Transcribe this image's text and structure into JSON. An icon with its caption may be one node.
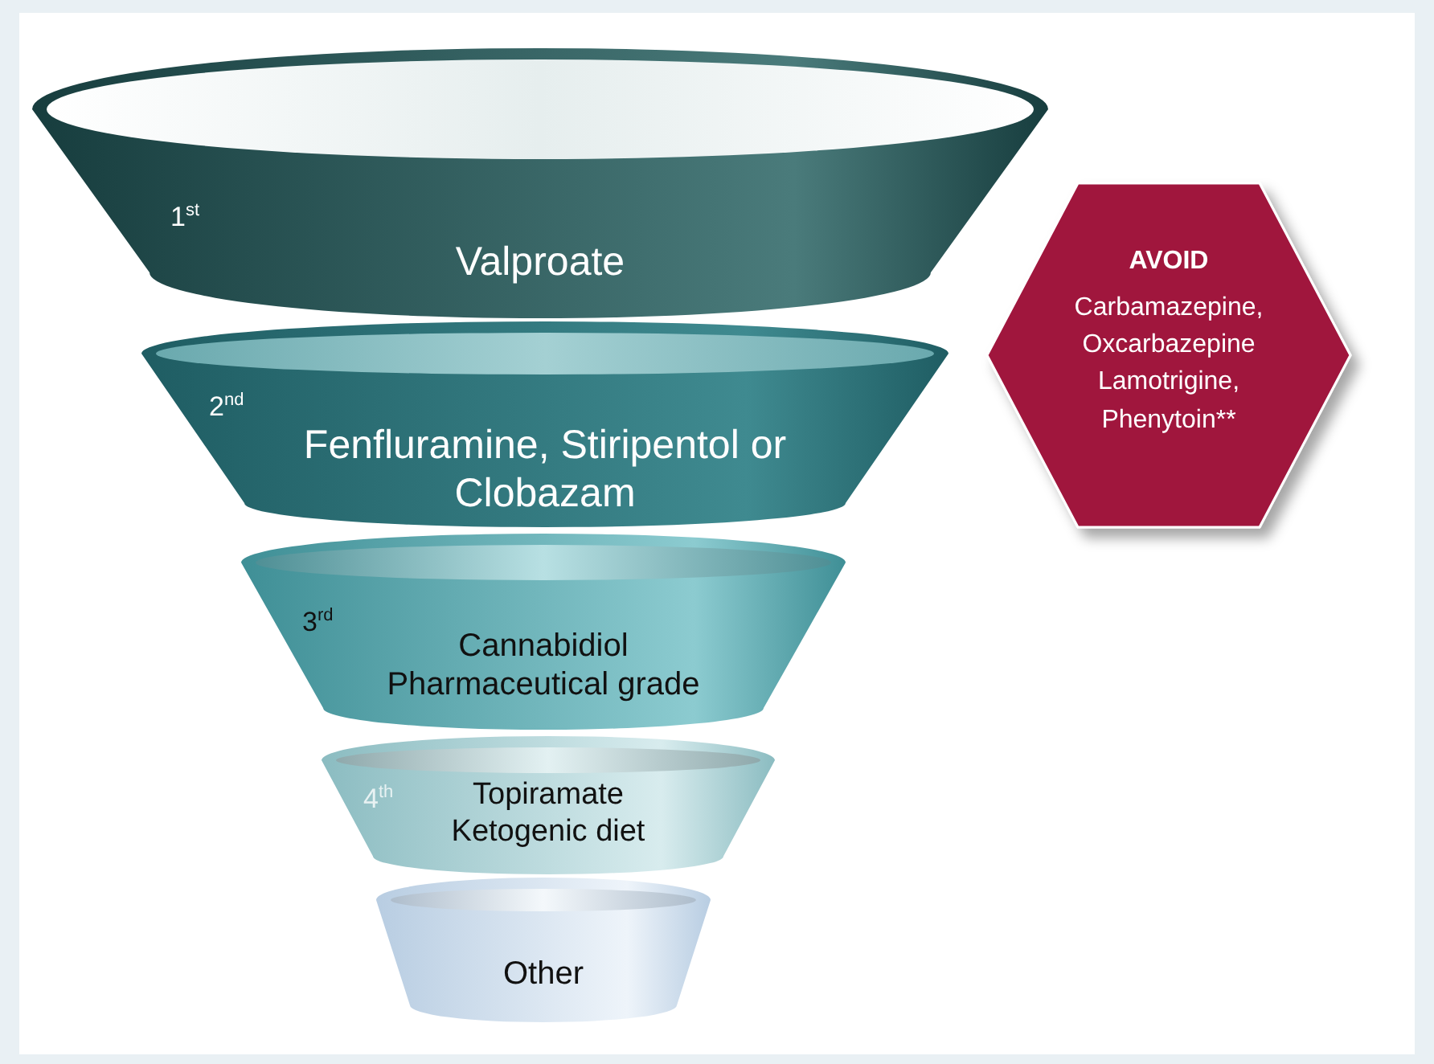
{
  "diagram": {
    "nodes": [
      {
        "text": [
          "1$^{st}$",
          "Valproate"
        ]
      },
      {
        "text": [
          "2$^{nd}$",
          "Fenfluramine, Stiripentol or Clobazam"
        ]
      },
      {
        "text": [
          "3$^{rd}$",
          "Cannabidiol Pharmaceutical grade"
        ]
      },
      {
        "text": [
          "4$^{th}$",
          "Topiramate Ketogenic diet"
        ]
      },
      {
        "text": [
          "Other"
        ]
      },
      {
        "text": [
          "AVOID",
          "Carbamazepine, Oxcarbazepine Lamotrigine, Phenytoin**"
        ]
      }
    ]
  }
}
